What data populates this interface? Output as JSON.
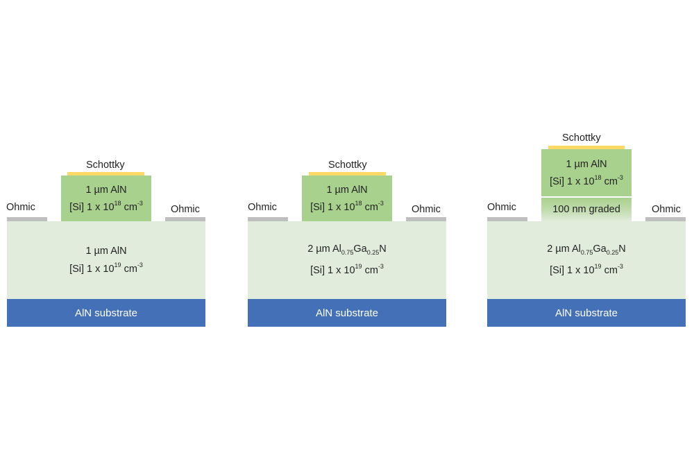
{
  "devices": [
    {
      "ohmic_left": "Ohmic",
      "ohmic_right": "Ohmic",
      "schottky": "Schottky",
      "mesa": {
        "line1": "1 µm AlN",
        "dopant": "[Si] 1 x 10",
        "exp": "18",
        "unit": " cm",
        "unit_exp": "-3"
      },
      "drift": {
        "line1_pre": "1 µm AlN",
        "dopant": "[Si] 1 x 10",
        "exp": "19",
        "unit": " cm",
        "unit_exp": "-3"
      },
      "substrate": "AlN substrate"
    },
    {
      "ohmic_left": "Ohmic",
      "ohmic_right": "Ohmic",
      "schottky": "Schottky",
      "mesa": {
        "line1": "1 µm AlN",
        "dopant": "[Si] 1 x 10",
        "exp": "18",
        "unit": " cm",
        "unit_exp": "-3"
      },
      "drift": {
        "pre": "2 µm Al",
        "sub1": "0.75",
        "mid": "Ga",
        "sub2": "0.25",
        "post": "N",
        "dopant": "[Si] 1 x 10",
        "exp": "19",
        "unit": " cm",
        "unit_exp": "-3"
      },
      "substrate": "AlN substrate"
    },
    {
      "ohmic_left": "Ohmic",
      "ohmic_right": "Ohmic",
      "schottky": "Schottky",
      "mesa": {
        "line1": "1 µm AlN",
        "dopant": "[Si] 1 x 10",
        "exp": "18",
        "unit": " cm",
        "unit_exp": "-3"
      },
      "graded": "100 nm graded",
      "drift": {
        "pre": "2 µm Al",
        "sub1": "0.75",
        "mid": "Ga",
        "sub2": "0.25",
        "post": "N",
        "dopant": "[Si] 1 x 10",
        "exp": "19",
        "unit": " cm",
        "unit_exp": "-3"
      },
      "substrate": "AlN substrate"
    }
  ],
  "colors": {
    "substrate": "#4470b8",
    "drift": "#e2ecdc",
    "mesa": "#a9d18e",
    "ohmic": "#bfbfbf",
    "schottky": "#ffd966"
  }
}
